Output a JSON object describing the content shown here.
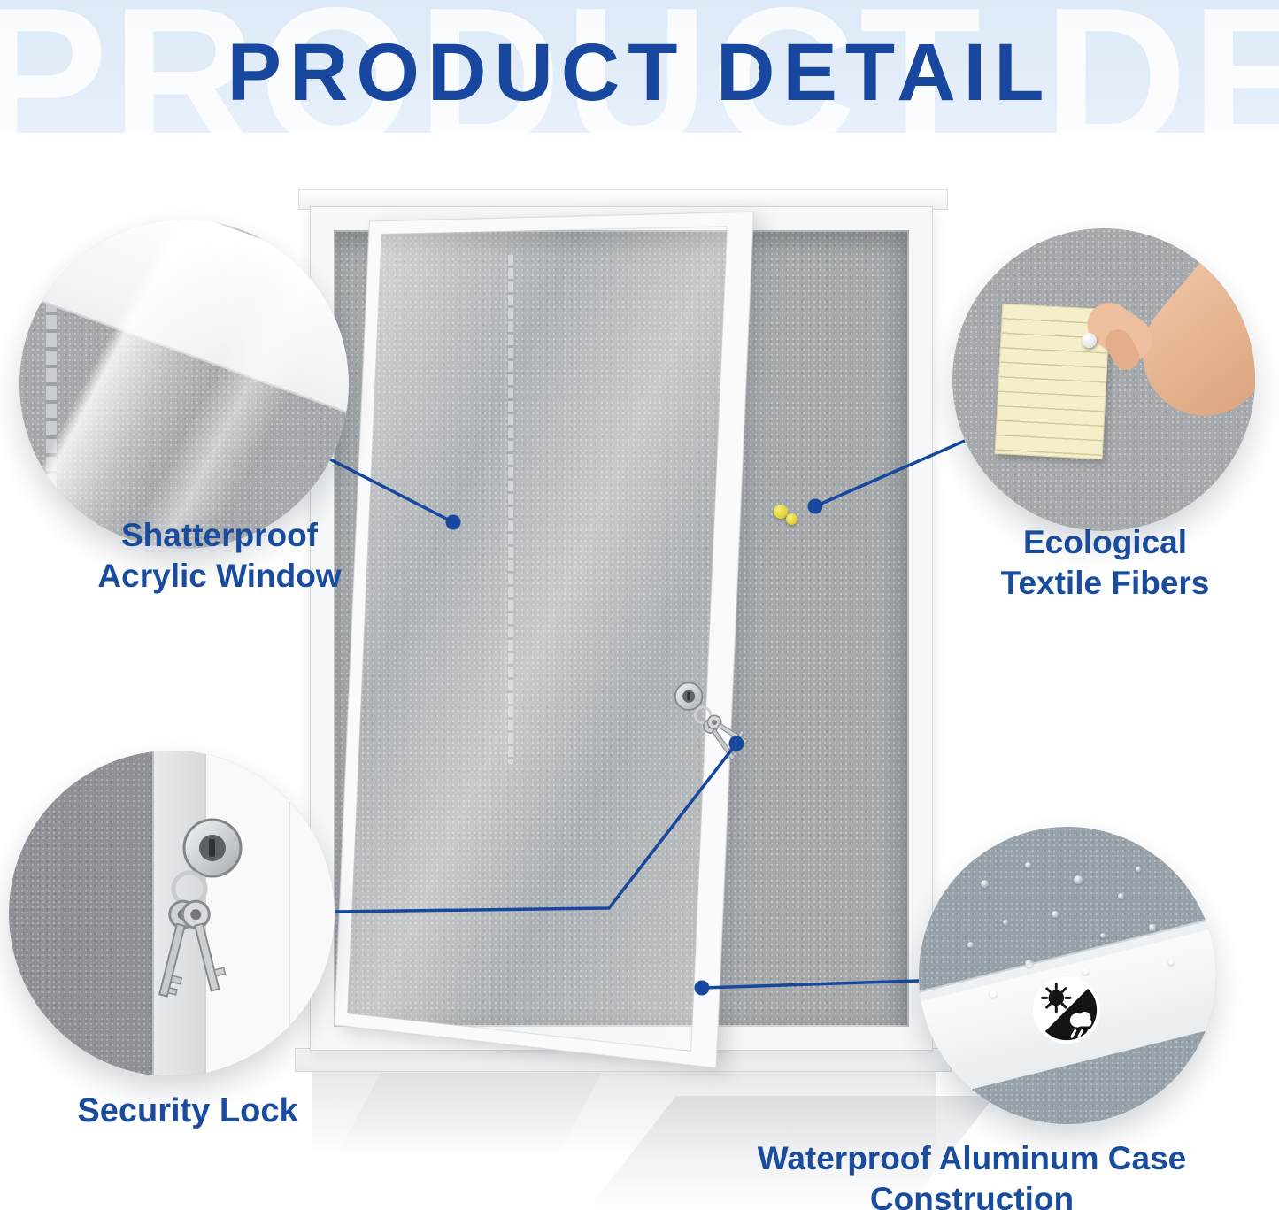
{
  "header": {
    "title": "PRODUCT DETAIL",
    "watermark_text": "PRODUCT DETAIL"
  },
  "callouts": {
    "acrylic": {
      "line1": "Shatterproof",
      "line2": "Acrylic Window"
    },
    "textile": {
      "line1": "Ecological",
      "line2": "Textile Fibers"
    },
    "security": {
      "line1": "Security Lock"
    },
    "waterproof": {
      "line1": "Waterproof Aluminum Case",
      "line2": "Construction"
    }
  },
  "colors": {
    "accent_blue": "#17479e",
    "band_blue": "#dde9f7",
    "felt_gray": "#a6aaad",
    "frame_white": "#f7f9fa",
    "note_yellow": "#f4eecb",
    "pin_yellow": "#e3cf2e"
  }
}
